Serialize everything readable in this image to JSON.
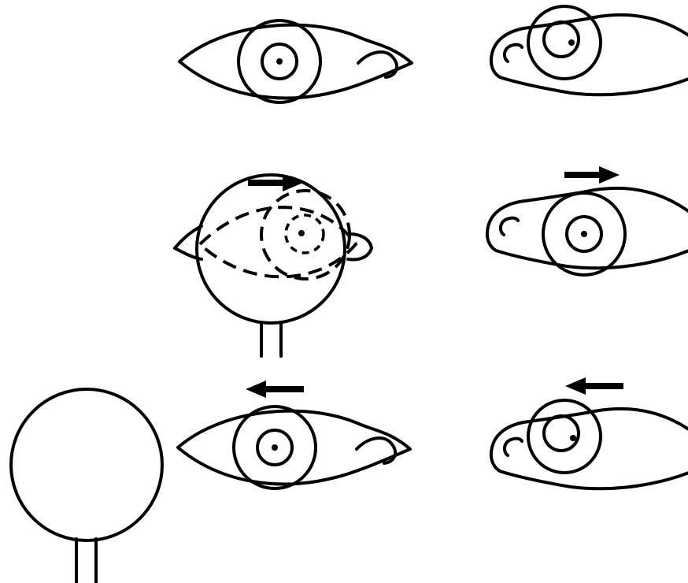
{
  "figure": {
    "colors": {
      "ink": "#000000",
      "paper": "#ffffff"
    },
    "panels": [
      {
        "name": "left-eye-row1",
        "icon": "eye-icon",
        "gaze": "straight",
        "arrow": null
      },
      {
        "name": "right-eye-row1",
        "icon": "eye-icon",
        "gaze": "up-right",
        "arrow": null
      },
      {
        "name": "occluder-eye-row2",
        "icon": "occluder-icon",
        "gaze": "covered",
        "arrow": "right"
      },
      {
        "name": "right-eye-row2",
        "icon": "eye-icon",
        "gaze": "straight",
        "arrow": "right"
      },
      {
        "name": "left-eye-row3",
        "icon": "eye-icon",
        "gaze": "straight",
        "arrow": "left"
      },
      {
        "name": "right-eye-row3",
        "icon": "eye-icon",
        "gaze": "up-right",
        "arrow": "left"
      }
    ]
  }
}
